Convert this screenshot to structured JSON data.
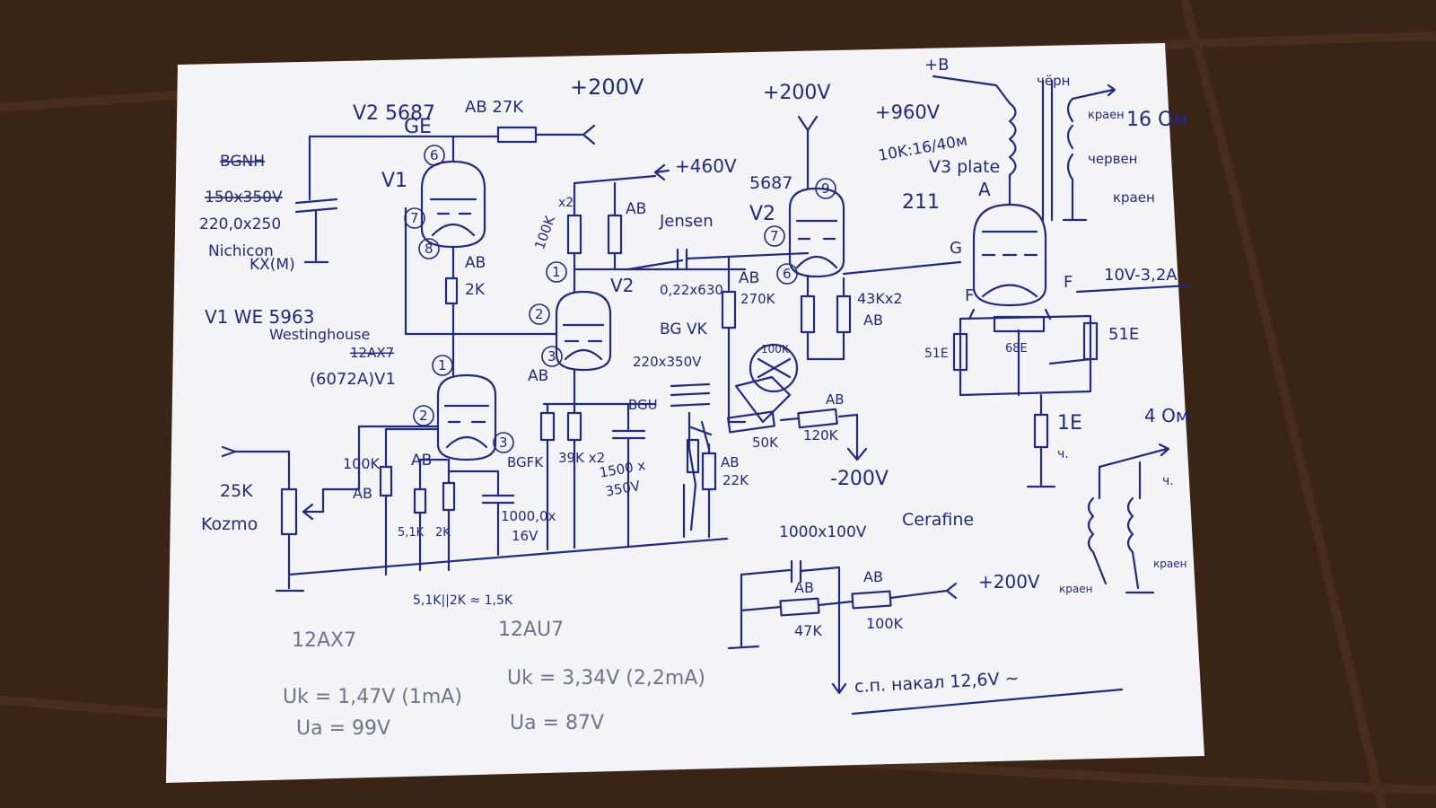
{
  "colors": {
    "ink": "#1f2a86",
    "pencil": "#6f7390",
    "paper": "#f4f4f6",
    "table": "#3a2416"
  },
  "labels": {
    "v2_title": "V2 5687",
    "v2_maker": "GE",
    "r_ab27k": "AB 27K",
    "b200_top": "+200V",
    "b200_right": "+200V",
    "b200_bottom": "+200V",
    "b460": "+460V",
    "b960": "+960V",
    "b_plus_b": "+B",
    "cap_bgnh": "BGNH",
    "cap_150": "150x350V",
    "cap_220": "220,0x250",
    "cap_nichicon": "Nichicon",
    "cap_kx": "KX(M)",
    "v1_top": "V1",
    "v1_title": "V1 WE 5963",
    "westinghouse": "Westinghouse",
    "t12ax7_struck": "12AX7",
    "v1_paren": "(6072A)V1",
    "pin6": "6",
    "pin7": "7",
    "pin8": "8",
    "pin2a": "2",
    "pin1": "1",
    "pin2b": "2",
    "pin3a": "3",
    "pin3b": "3",
    "pin1b": "1",
    "pin6b": "6",
    "pin7b": "7",
    "pin9": "9",
    "ab_v1": "AB",
    "r2k_v1": "2K",
    "x2": "x2",
    "r100k": "100K",
    "ab_plate": "AB",
    "jensen": "Jensen",
    "v2_mid": "V2",
    "cap_022": "0,22x630",
    "ab_270": "AB",
    "r270k": "270K",
    "v2_right_title": "5687",
    "v2_right": "V2",
    "r43k": "43Kx2",
    "ab_43": "AB",
    "bgvk": "BG VK",
    "cap_220_350": "220x350V",
    "r100k_pot": "100K",
    "ab_120": "AB",
    "r50k": "50K",
    "r120k": "120K",
    "neg200": "-200V",
    "r22k": "22K",
    "ab_22": "AB",
    "bgu": "BGU",
    "cap_1500": "1500 x",
    "cap_1500b": "350V",
    "bgfk": "BGFK",
    "r39k": "39K x2",
    "ab_cath_v2": "AB",
    "cap_1000": "1000,0x",
    "cap_16v": "16V",
    "ab_v1k": "AB",
    "r51k": "5,1K",
    "r2k": "2K",
    "r100k_l": "100K",
    "ab_l": "AB",
    "pot25k": "25K",
    "kozmo": "Kozmo",
    "parallel": "5,1K||2K ≈ 1,5K",
    "tube12ax7": "12AX7",
    "tube12au7": "12AU7",
    "uk1": "Uk = 1,47V (1mA)",
    "ua1": "Ua = 99V",
    "uk2": "Uk = 3,34V (2,2mA)",
    "ua2": "Ua = 87V",
    "otx": "10K:16/40м",
    "v3plate": "V3 plate",
    "t211": "211",
    "pinA": "A",
    "pinG": "G",
    "pinF1": "F",
    "pinF2": "F",
    "fil": "10V-3,2A",
    "r51e_l": "51E",
    "r51e_r": "51E",
    "r68e": "68E",
    "r1e": "1E",
    "ohm16": "16 Ом",
    "chern": "чёрн",
    "cherv": "червен",
    "kraen1": "краен",
    "kraen2": "краен",
    "ohm40": "4 Ом",
    "cap_1000_100": "1000x100V",
    "cerafine": "Cerafine",
    "ab_47": "AB",
    "ab_100": "AB",
    "r47k": "47K",
    "r100k_b": "100K",
    "sp_nakal": "с.п. накал 12,6V ~",
    "kr_a": "краен",
    "kr_b": "краен",
    "ch_a": "ч.",
    "ch_b": "ч."
  }
}
